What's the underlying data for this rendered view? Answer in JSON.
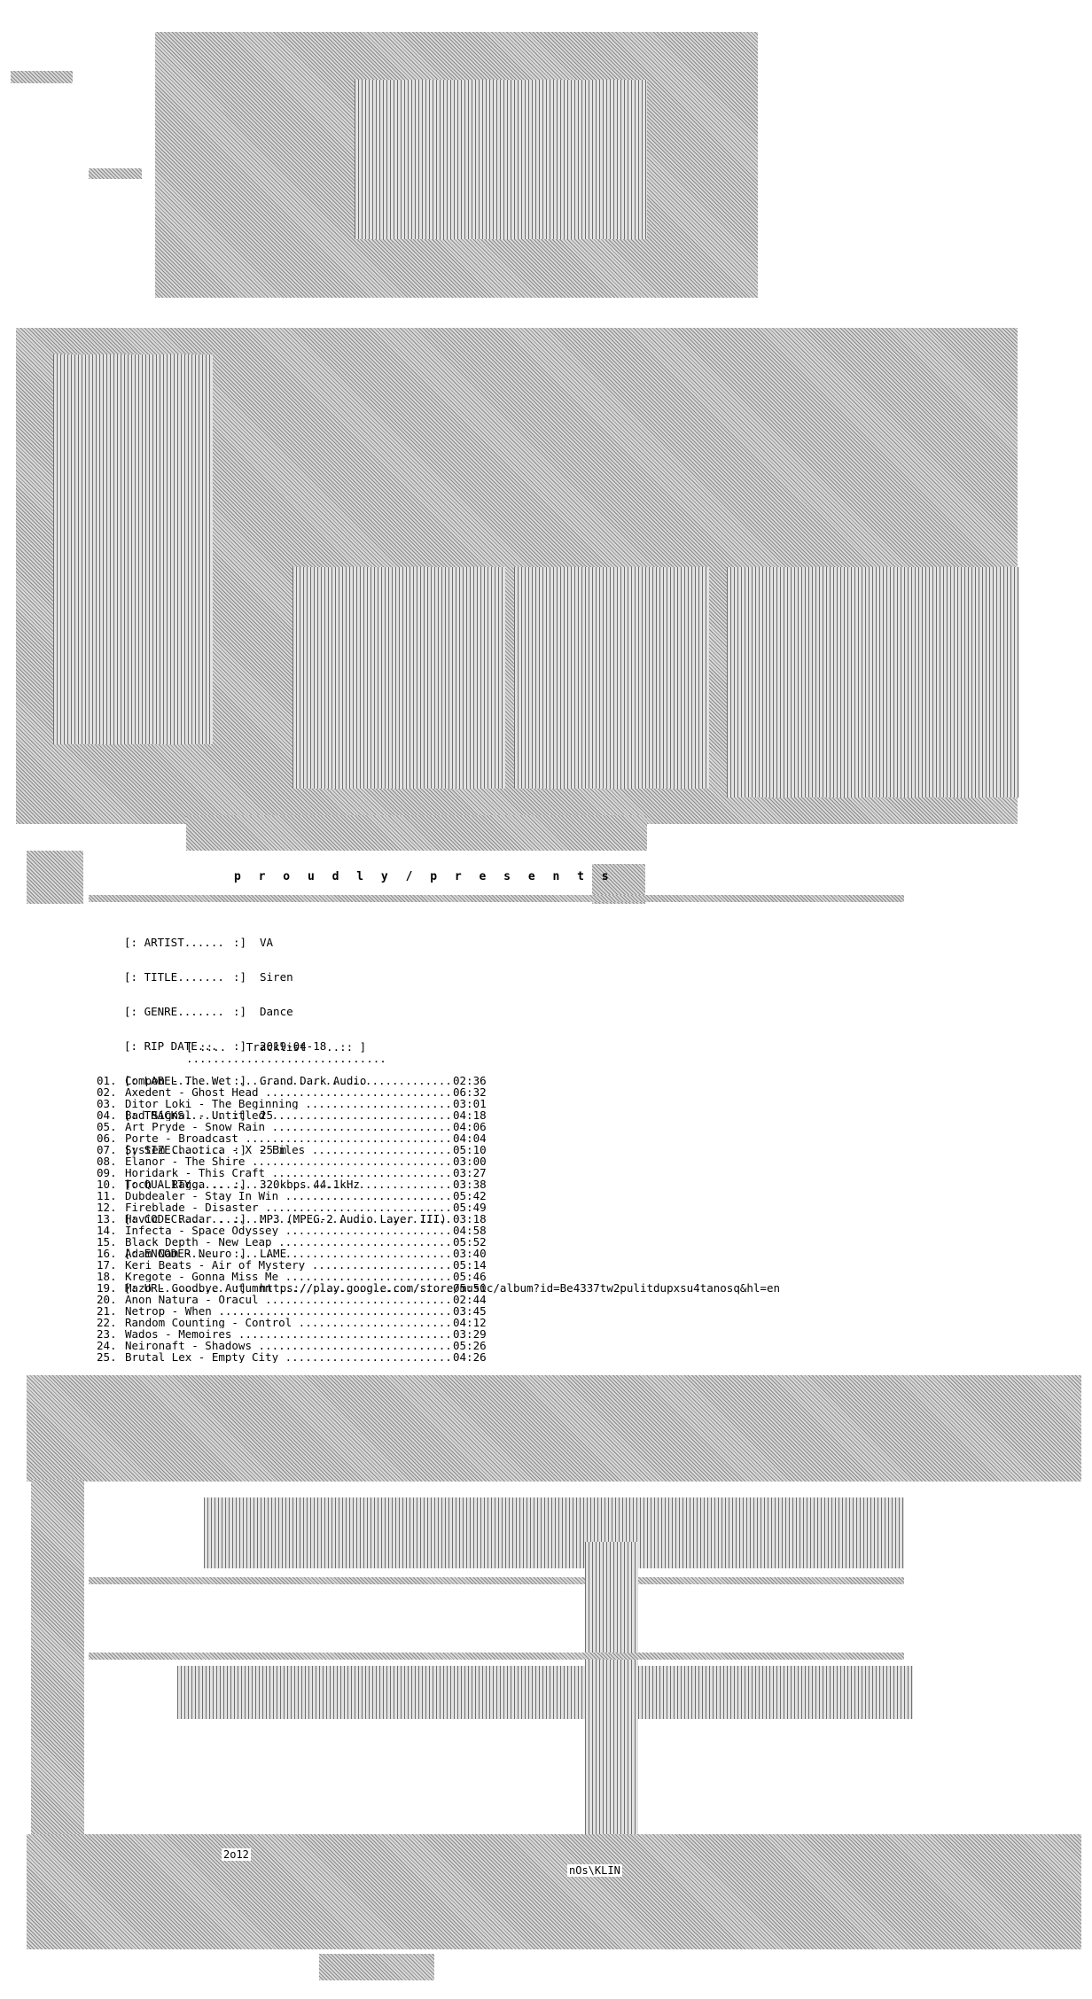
{
  "presents": "p r o u d l y / p r e s e n t s",
  "info": [
    {
      "key": "ARTIST",
      "value": "VA"
    },
    {
      "key": "TITLE",
      "value": "Siren"
    },
    {
      "key": "GENRE",
      "value": "Dance"
    },
    {
      "key": "RIP DATE",
      "value": "2019-04-18"
    },
    {
      "key": "LABEL",
      "value": "Grand Dark Audio"
    },
    {
      "key": "TRACKS",
      "value": "25"
    },
    {
      "key": "SIZE",
      "value": "253m"
    },
    {
      "key": "QUALITY",
      "value": "320kbps 44.1kHz"
    },
    {
      "key": "CODEC",
      "value": "MP3 (MPEG-2 Audio Layer III)"
    },
    {
      "key": "ENCODER",
      "value": "LAME"
    },
    {
      "key": "URL",
      "value": "https://play.google.com/store/music/album?id=Be4337tw2pulitdupxsu4tanosq&hl=en"
    }
  ],
  "tracklist_title": "[ ::..   Tracklist   ..:: ]",
  "tracklist_rule": "..............................",
  "tracks": [
    {
      "n": "01.",
      "t": "Compon - The Wet",
      "d": "02:36"
    },
    {
      "n": "02.",
      "t": "Axedent - Ghost Head",
      "d": "06:32"
    },
    {
      "n": "03.",
      "t": "Ditor Loki - The Beginning",
      "d": "03:01"
    },
    {
      "n": "04.",
      "t": "Bad Signal - Untitled",
      "d": "04:18"
    },
    {
      "n": "05.",
      "t": "Art Pryde - Snow Rain",
      "d": "04:06"
    },
    {
      "n": "06.",
      "t": "Porte - Broadcast",
      "d": "04:04"
    },
    {
      "n": "07.",
      "t": "System Chaotica - X - Files",
      "d": "05:10"
    },
    {
      "n": "08.",
      "t": "Elanor - The Shire",
      "d": "03:00"
    },
    {
      "n": "09.",
      "t": "Horidark - This Craft",
      "d": "03:27"
    },
    {
      "n": "10.",
      "t": "Toch - Ragga",
      "d": "03:38"
    },
    {
      "n": "11.",
      "t": "Dubdealer - Stay In Win",
      "d": "05:42"
    },
    {
      "n": "12.",
      "t": "Fireblade - Disaster",
      "d": "05:49"
    },
    {
      "n": "13.",
      "t": "Havic - Radar",
      "d": "03:18"
    },
    {
      "n": "14.",
      "t": "Infecta - Space Odyssey",
      "d": "04:58"
    },
    {
      "n": "15.",
      "t": "Black Depth - New Leap",
      "d": "05:52"
    },
    {
      "n": "16.",
      "t": "Adam Nam - Neuro",
      "d": "03:40"
    },
    {
      "n": "17.",
      "t": "Keri Beats - Air of Mystery",
      "d": "05:14"
    },
    {
      "n": "18.",
      "t": "Kregote - Gonna Miss Me",
      "d": "05:46"
    },
    {
      "n": "19.",
      "t": "Mazo - Goodbye Autumnn",
      "d": "05:50"
    },
    {
      "n": "20.",
      "t": "Anon Natura - Oracul",
      "d": "02:44"
    },
    {
      "n": "21.",
      "t": "Netrop - When",
      "d": "03:45"
    },
    {
      "n": "22.",
      "t": "Random Counting - Control",
      "d": "04:12"
    },
    {
      "n": "23.",
      "t": "Wados - Memoires",
      "d": "03:29"
    },
    {
      "n": "24.",
      "t": "Neironaft - Shadows",
      "d": "05:26"
    },
    {
      "n": "25.",
      "t": "Brutal Lex - Empty City",
      "d": "04:26"
    }
  ],
  "sig_year": "2o12",
  "sig_author": "nOs\\KLIN"
}
